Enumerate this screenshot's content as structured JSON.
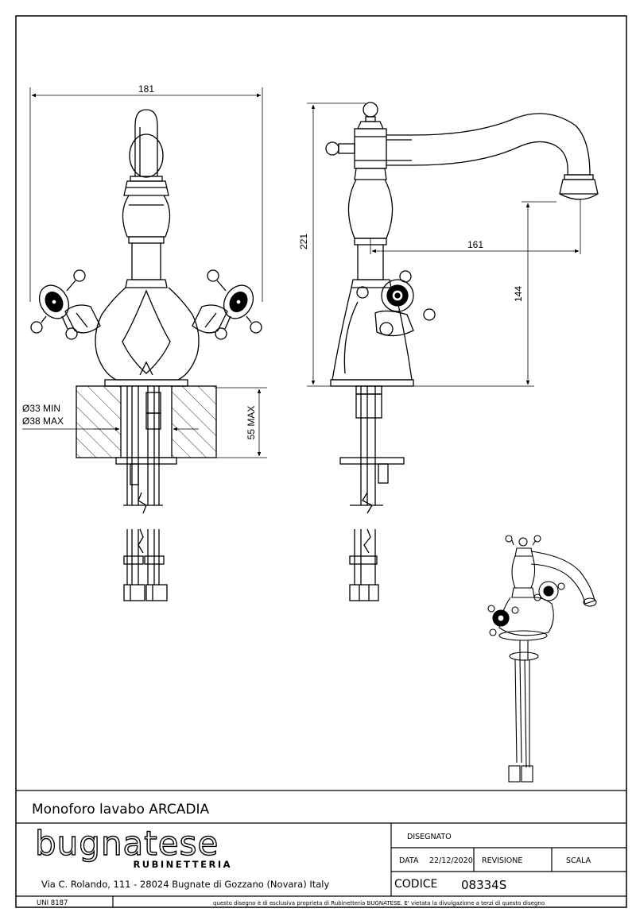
{
  "dimensions": {
    "front_width": "181",
    "height_total": "221",
    "spout_reach": "161",
    "spout_height": "144",
    "hole_min": "Ø33 MIN",
    "hole_max": "Ø38 MAX",
    "deck_max": "55 MAX"
  },
  "title_block": {
    "product_title": "Monoforo lavabo ARCADIA",
    "brand_name": "bugnatese",
    "brand_sub": "RUBINETTERIA",
    "address": "Via C. Rolando, 111 - 28024 Bugnate di Gozzano (Novara) Italy",
    "disegnato_label": "DISEGNATO",
    "data_label": "DATA",
    "date_value": "22/12/2020",
    "revisione_label": "REVISIONE",
    "scala_label": "SCALA",
    "codice_label": "CODICE",
    "codice_value": "08334S",
    "uni_label": "UNI 8187",
    "disclaimer": "questo disegno è di esclusiva proprieta di Rubinetteria BUGNATESE. E' vietata la divulgazione a terzi di questo disegno"
  },
  "colors": {
    "line": "#000000",
    "background": "#ffffff"
  }
}
